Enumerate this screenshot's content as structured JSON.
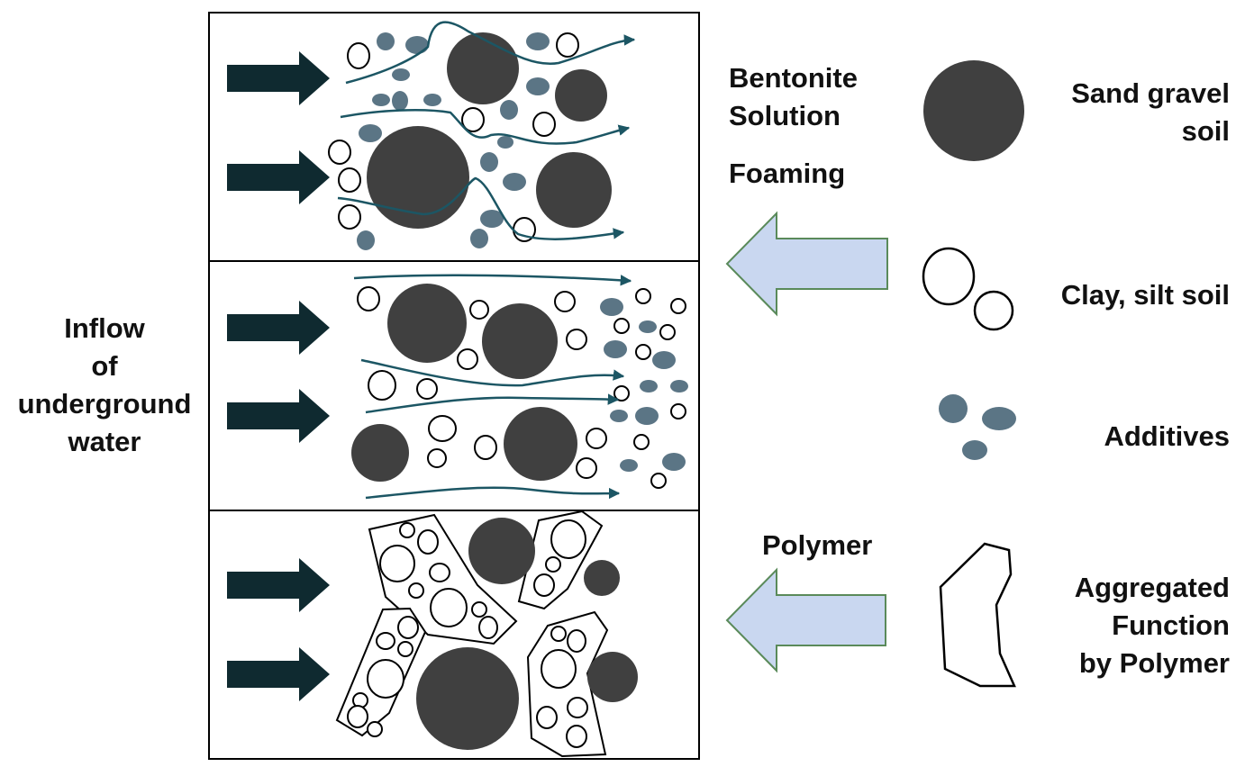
{
  "inflow_label": [
    "Inflow",
    "of",
    "underground",
    "water"
  ],
  "treatments": {
    "bentonite": [
      "Bentonite",
      "Solution"
    ],
    "foaming": "Foaming",
    "polymer": "Polymer"
  },
  "legend": {
    "sand_gravel": [
      "Sand gravel",
      "soil"
    ],
    "clay_silt": "Clay, silt soil",
    "additives": "Additives",
    "aggregated": [
      "Aggregated",
      "Function",
      "by Polymer"
    ]
  },
  "colors": {
    "dark_particle": "#404040",
    "additive": "#5b7585",
    "flow_line": "#1c5664",
    "inflow_arrow": "#0f2a30",
    "treatment_arrow_fill": "#c9d7f0",
    "treatment_arrow_stroke": "#5a8a5a"
  }
}
